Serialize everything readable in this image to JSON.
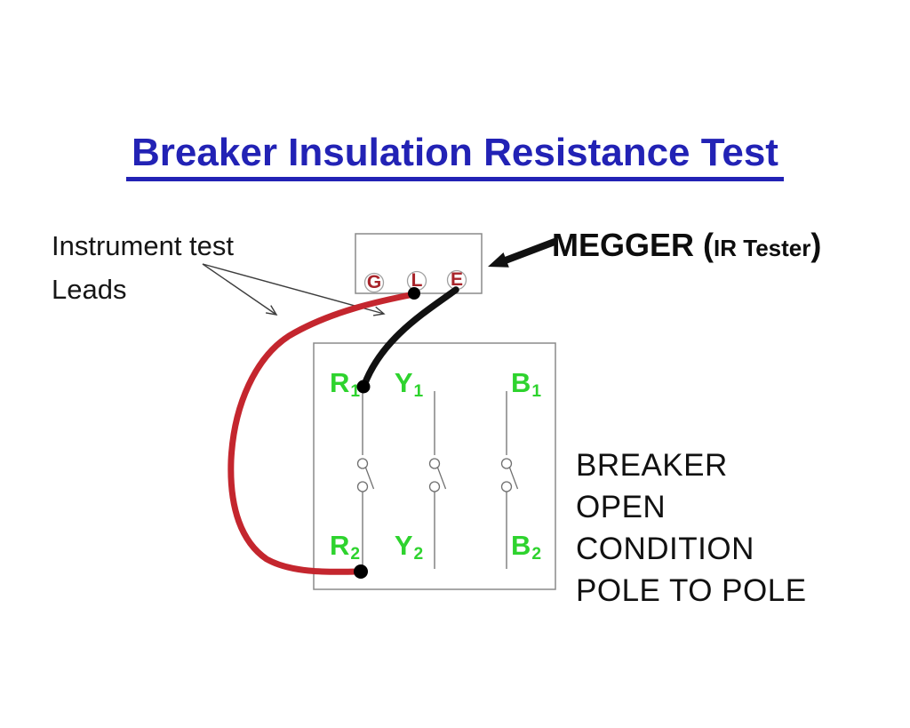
{
  "title": {
    "text": "Breaker Insulation Resistance Test"
  },
  "labels": {
    "instrument_leads": {
      "line1": "Instrument test",
      "line2": "Leads"
    },
    "megger": {
      "name": "MEGGER",
      "paren_open": " (",
      "subtitle": "IR Tester",
      "paren_close": ")"
    },
    "condition": {
      "lines": [
        "BREAKER",
        "OPEN",
        "CONDITION",
        "POLE TO POLE"
      ]
    }
  },
  "megger": {
    "terminals": [
      "G",
      "L",
      "E"
    ]
  },
  "breaker": {
    "poles": [
      {
        "name": "R-pole",
        "top": {
          "base": "R",
          "sub": "1"
        },
        "bottom": {
          "base": "R",
          "sub": "2"
        },
        "state": "open"
      },
      {
        "name": "Y-pole",
        "top": {
          "base": "Y",
          "sub": "1"
        },
        "bottom": {
          "base": "Y",
          "sub": "2"
        },
        "state": "open"
      },
      {
        "name": "B-pole",
        "top": {
          "base": "B",
          "sub": "1"
        },
        "bottom": {
          "base": "B",
          "sub": "2"
        },
        "state": "open"
      }
    ],
    "connections": {
      "red_lead": "L terminal to R2",
      "black_lead": "E terminal to R1"
    }
  },
  "colors": {
    "title_blue": "#2222b5",
    "wire_red": "#c4262e",
    "wire_black": "#111111",
    "pole_green": "#2ed32e",
    "terminal_red": "#a8242a",
    "outline_gray": "#8a8a8a"
  }
}
